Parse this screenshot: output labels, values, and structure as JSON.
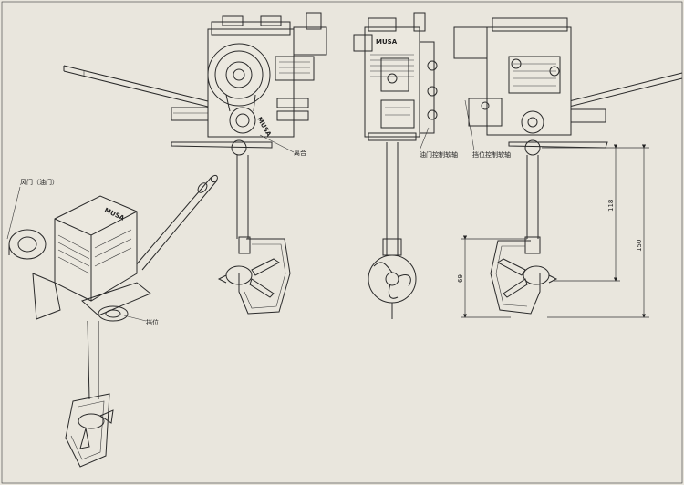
{
  "brand": {
    "text": "MUSA"
  },
  "labels": {
    "air_door": "风门（油门）",
    "clutch": "离合",
    "gear": "挡位",
    "throttle_control": "油门控制软轴",
    "gear_control": "挡位控制软轴"
  },
  "dimensions": {
    "d118": "118",
    "d150": "150",
    "d69": "69"
  },
  "colors": {
    "background": "#e9e6dd",
    "line": "#2a2a2a"
  }
}
